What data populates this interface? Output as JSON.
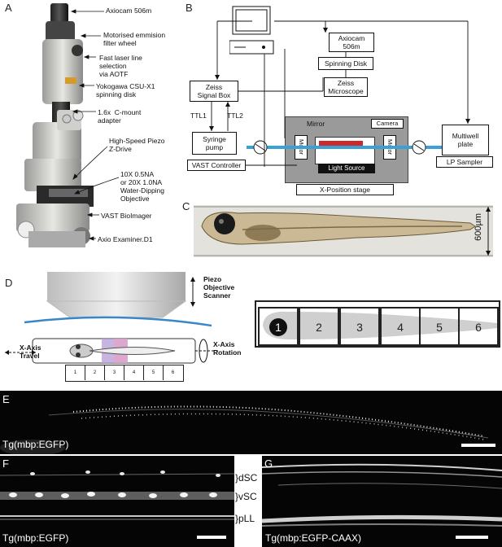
{
  "panels": {
    "a": "A",
    "b": "B",
    "c": "C",
    "d": "D",
    "e": "E",
    "f": "F",
    "g": "G"
  },
  "panel_a": {
    "labels": [
      "Axiocam 506m",
      "Motorised emmision\nfilter wheel",
      "Fast laser line\nselection\nvia AOTF",
      "Yokogawa CSU-X1\nspinning disk",
      "1.6x  C-mount\nadapter",
      "High-Speed Piezo\nZ-Drive",
      "10X 0.5NA\nor 20X 1.0NA\nWater-Dipping\nObjective",
      "VAST BioImager",
      "Axio Examiner.D1"
    ]
  },
  "panel_b": {
    "axiocam": "Axiocam\n506m",
    "spinning_disk": "Spinning Disk",
    "zeiss_microscope": "Zeiss\nMicroscope",
    "signal_box": "Zeiss\nSignal Box",
    "ttl1": "TTL1",
    "ttl2": "TTL2",
    "syringe_pump": "Syringe\npump",
    "vast_controller": "VAST Controller",
    "mirror": "Mirror",
    "camera": "Camera",
    "motor_left": "Motor",
    "motor_right": "Motor",
    "light_source": "Light Source",
    "xposition": "X-Position stage",
    "multiwell": "Multiwell\nplate",
    "lp_sampler": "LP Sampler"
  },
  "panel_c": {
    "scale": "600µm"
  },
  "panel_d": {
    "piezo": "Piezo\nObjective\nScanner",
    "xaxis_travel": "X-Axis\nTravel",
    "xaxis_rotation": "X-Axis\nRotation",
    "segments": [
      "1",
      "2",
      "3",
      "4",
      "5",
      "6"
    ],
    "wells": [
      "1",
      "2",
      "3",
      "4",
      "5",
      "6"
    ]
  },
  "panel_e": {
    "caption": "Tg(mbp:EGFP)"
  },
  "panel_f": {
    "caption": "Tg(mbp:EGFP)",
    "dsc": "}dSC",
    "vsc": "}vSC",
    "pll": "}pLL"
  },
  "panel_g": {
    "caption": "Tg(mbp:EGFP-CAAX)"
  }
}
